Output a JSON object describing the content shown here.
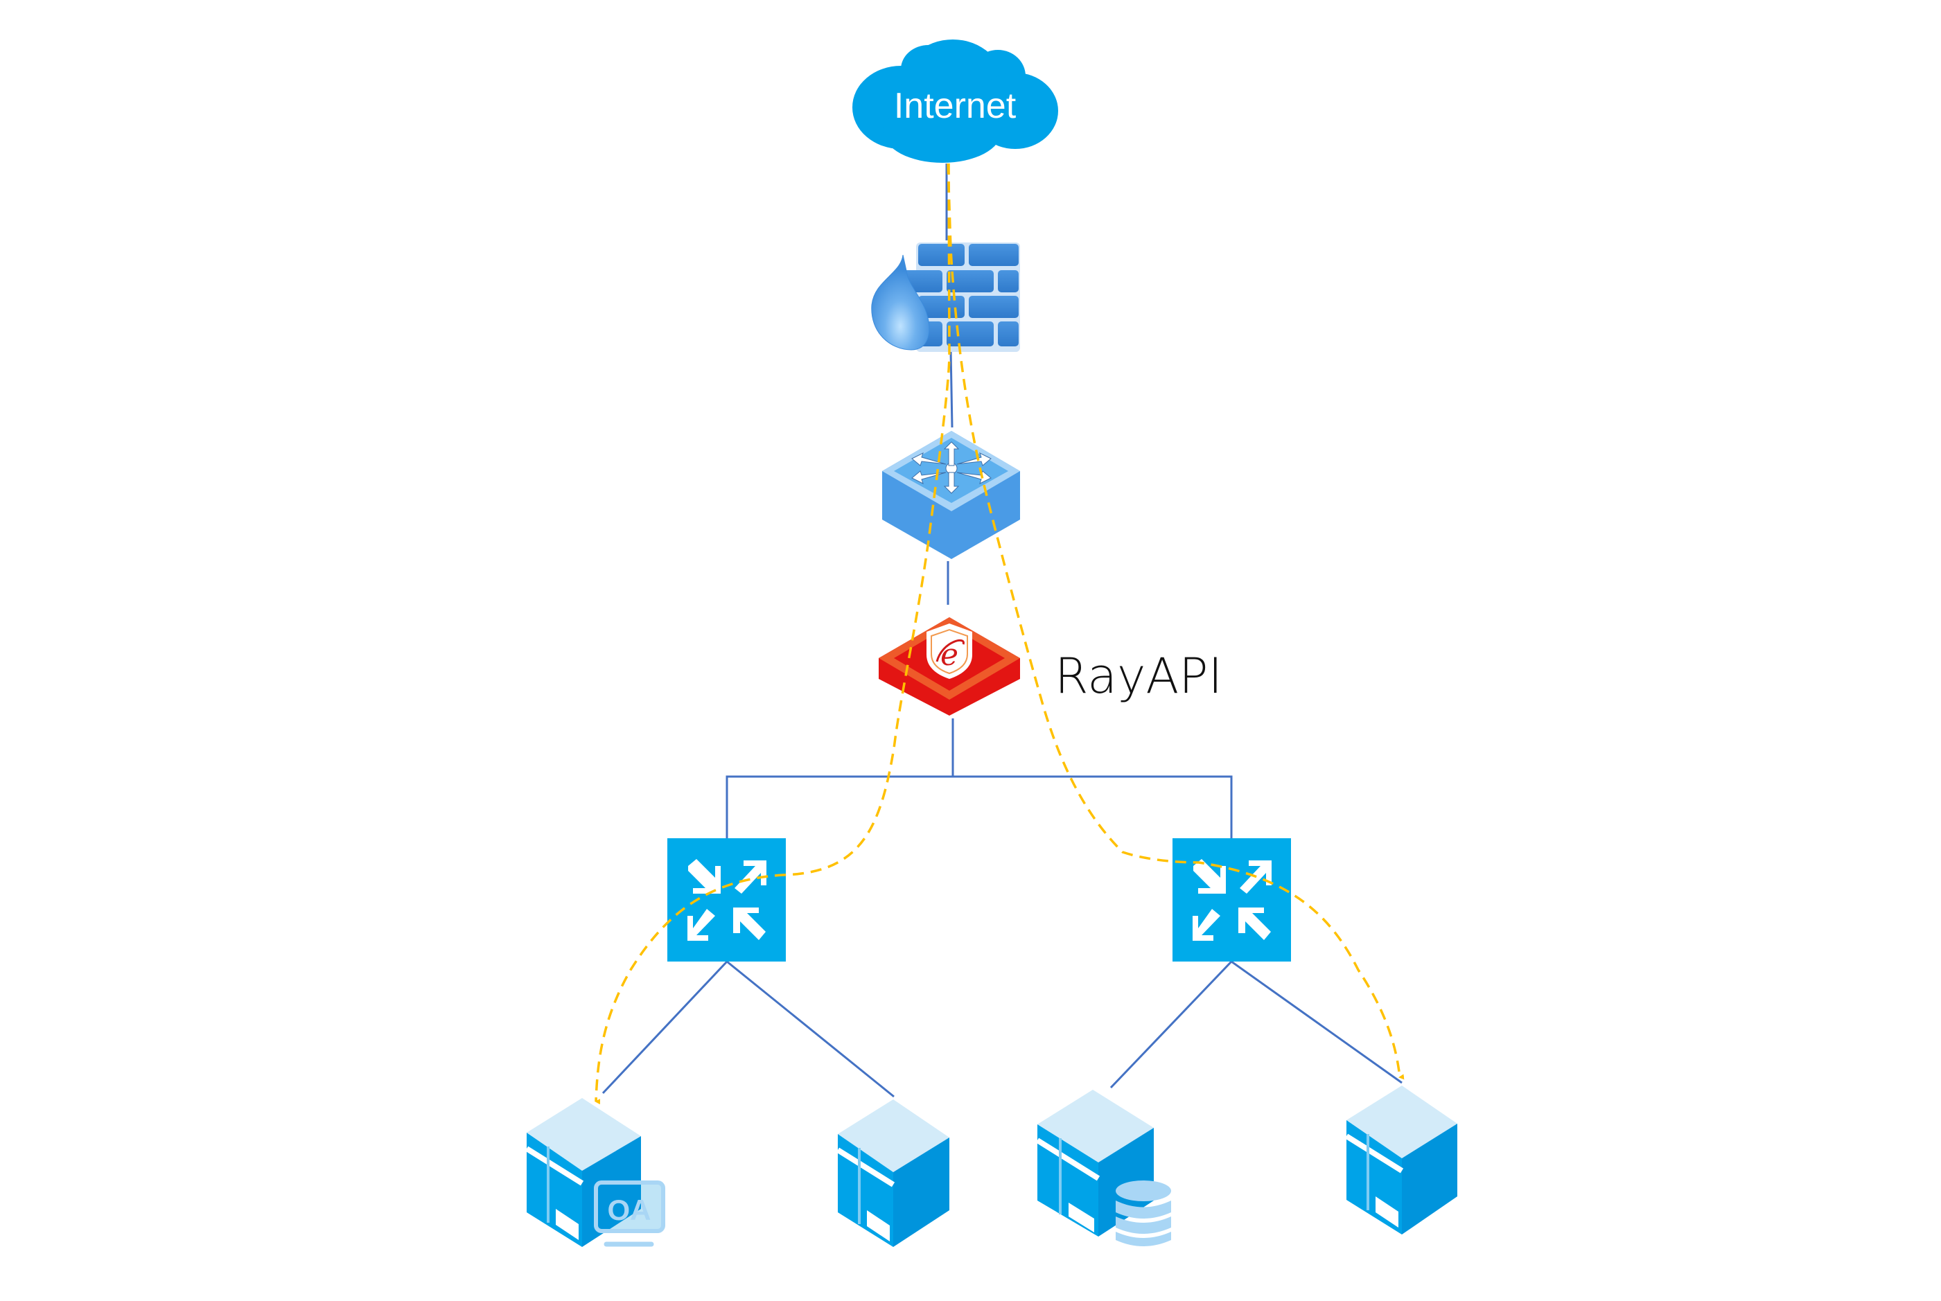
{
  "diagram": {
    "title": "RayAPI network topology",
    "nodes": {
      "internet": {
        "label": "Internet",
        "icon": "cloud-icon"
      },
      "firewall": {
        "icon": "firewall-icon"
      },
      "router": {
        "icon": "core-router-icon"
      },
      "rayapi": {
        "label": "RayAPI",
        "icon": "rayapi-shield-icon"
      },
      "switch_left": {
        "icon": "switch-icon"
      },
      "switch_right": {
        "icon": "switch-icon"
      },
      "server_oa": {
        "icon": "server-icon",
        "badge": "OA"
      },
      "server_plain_left": {
        "icon": "server-icon"
      },
      "server_db": {
        "icon": "server-icon",
        "badge_icon": "database-icon"
      },
      "server_plain_right": {
        "icon": "server-icon"
      }
    },
    "links": [
      [
        "internet",
        "firewall"
      ],
      [
        "firewall",
        "router"
      ],
      [
        "router",
        "rayapi"
      ],
      [
        "rayapi",
        "switch_left"
      ],
      [
        "rayapi",
        "switch_right"
      ],
      [
        "switch_left",
        "server_oa"
      ],
      [
        "switch_left",
        "server_plain_left"
      ],
      [
        "switch_right",
        "server_db"
      ],
      [
        "switch_right",
        "server_plain_right"
      ]
    ],
    "traffic_flows": [
      {
        "from": "internet",
        "to": "server_oa",
        "via": [
          "firewall",
          "router",
          "rayapi",
          "switch_left"
        ]
      },
      {
        "from": "internet",
        "to": "server_plain_right",
        "via": [
          "firewall",
          "router",
          "rayapi",
          "switch_right"
        ]
      }
    ],
    "colors": {
      "cloud": "#00A3E8",
      "link": "#4472C4",
      "flow": "#FFC000",
      "switch": "#00ABEA",
      "rayapi_red": "#E31513",
      "rayapi_orange": "#EE5A2A",
      "server_top": "#D3EBF9",
      "server_side": "#0094DC",
      "server_front": "#00A3E8",
      "router": "#4A9BE6",
      "firewall": "#3A87D8"
    }
  }
}
